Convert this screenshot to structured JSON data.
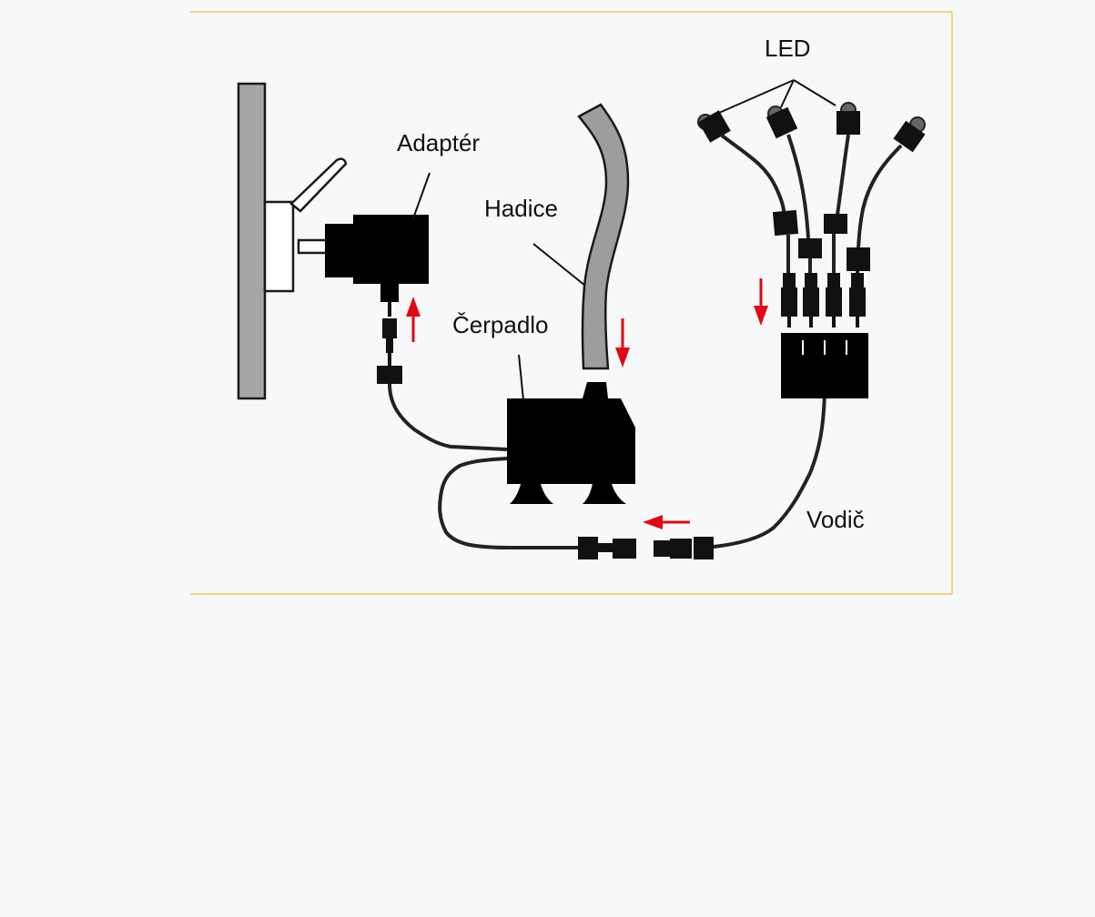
{
  "labels": {
    "adapter": "Adaptér",
    "hose": "Hadice",
    "pump": "Čerpadlo",
    "led": "LED",
    "cable": "Vodič"
  },
  "colors": {
    "frame_border": "#f2c94c",
    "background": "#f7f8fa",
    "arrow": "#e30613",
    "hose": "#9d9d9d",
    "wall": "#a6a6a6"
  }
}
